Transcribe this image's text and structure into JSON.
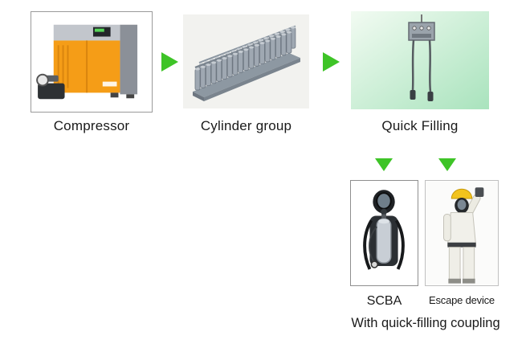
{
  "flow": {
    "steps": [
      {
        "label": "Compressor",
        "icon": "compressor-image"
      },
      {
        "label": "Cylinder group",
        "icon": "cylinder-group-image"
      },
      {
        "label": "Quick Filling",
        "icon": "quick-filling-image"
      }
    ],
    "branches": [
      {
        "label": "SCBA",
        "icon": "scba-image"
      },
      {
        "label": "Escape device",
        "icon": "escape-device-image"
      }
    ],
    "caption": "With quick-filling coupling"
  },
  "colors": {
    "arrow_green": "#3ec427",
    "compressor_orange": "#f59d17",
    "quick_fill_green": "#a9e3bd",
    "cylinder_gray": "#9fa8b2"
  }
}
